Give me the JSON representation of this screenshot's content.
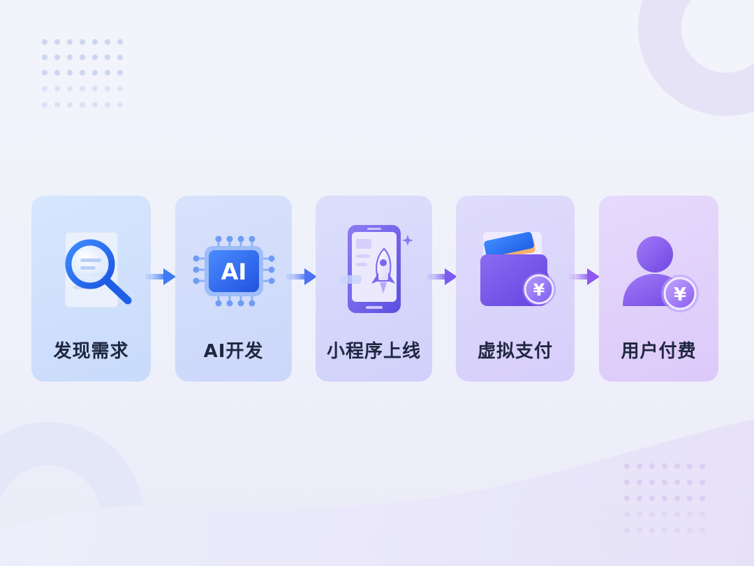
{
  "diagram": {
    "steps": [
      {
        "label": "发现需求",
        "icon": "magnifier-document-icon"
      },
      {
        "label": "AI开发",
        "icon": "ai-chip-icon",
        "chip_text": "AI"
      },
      {
        "label": "小程序上线",
        "icon": "phone-rocket-icon"
      },
      {
        "label": "虚拟支付",
        "icon": "wallet-yuan-icon",
        "coin_text": "¥"
      },
      {
        "label": "用户付费",
        "icon": "user-coin-icon",
        "coin_text": "¥"
      }
    ],
    "connector": "arrow-right-icon"
  },
  "colors": {
    "blue_accent": "#2f6bf2",
    "purple_accent": "#8a5cf0",
    "label_text": "#1f2740"
  }
}
